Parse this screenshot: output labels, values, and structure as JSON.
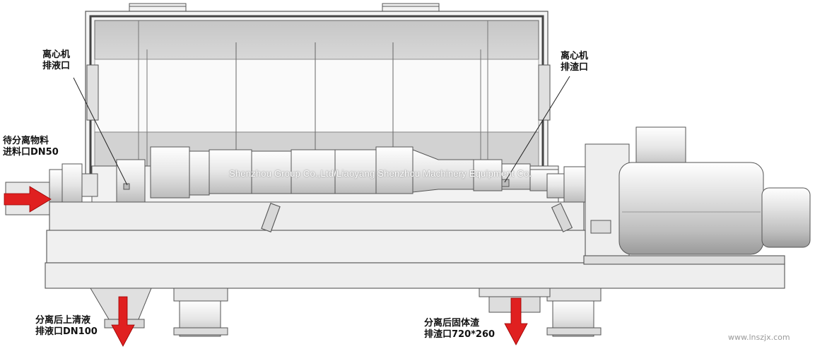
{
  "labels": {
    "liquid_outlet": [
      "离心机",
      "排液口"
    ],
    "solid_outlet": [
      "离心机",
      "排渣口"
    ],
    "feed_inlet": [
      "待分离物料",
      "进料口DN50"
    ],
    "clear_liquid": [
      "分离后上清液",
      "排液口DN100"
    ],
    "solid_discharge": [
      "分离后固体渣",
      "排渣口720*260"
    ]
  },
  "watermark": "Shenzhou Group Co.,Ltd/Liaoyang Shenzhou Machinery Equipment Co.",
  "website": "www.lnszjx.com",
  "colors": {
    "arrow_red": "#e02020",
    "line_gray": "#555555",
    "panel_gray": "#c9c9c9",
    "body_light": "#eeeeee"
  }
}
